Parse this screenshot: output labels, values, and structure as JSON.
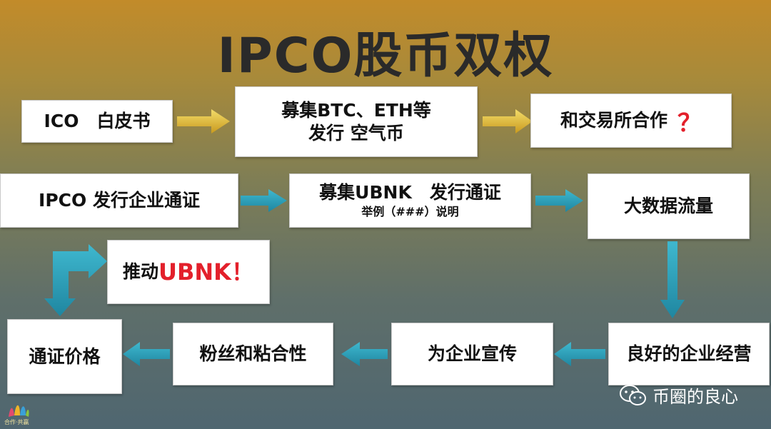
{
  "title": "IPCO股币双权",
  "row1": {
    "box1": "ICO　白皮书",
    "box2_line1": "募集BTC、ETH等",
    "box2_line2": "发行 空气币",
    "box3": "和交易所合作",
    "box3_mark": "？"
  },
  "row2": {
    "box1": "IPCO 发行企业通证",
    "box2_line1": "募集UBNK　发行通证",
    "box2_line2": "举例（###）说明",
    "box3": "大数据流量"
  },
  "promo": {
    "prefix": "推动",
    "highlight": "UBNK！"
  },
  "row3": {
    "box1": "通证价格",
    "box2": "粉丝和粘合性",
    "box3": "为企业宣传",
    "box4": "良好的企业经营"
  },
  "watermark": "币圈的良心",
  "logo_text": "合作·共赢",
  "colors": {
    "gold_arrow": "#e6c23a",
    "teal_arrow": "#2a9db5",
    "question_mark": "#e3202b"
  }
}
